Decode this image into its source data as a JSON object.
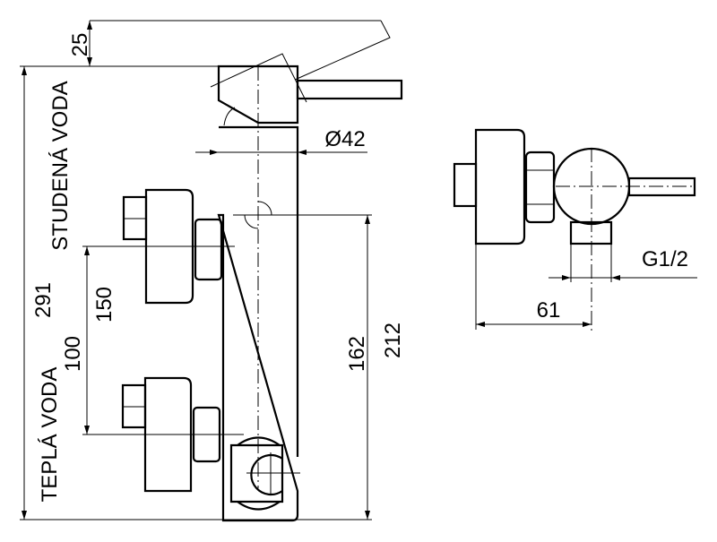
{
  "dimensions": {
    "lever_angle_height": "25",
    "total_height": "291",
    "inlet_spacing_max": "150",
    "inlet_spacing_min": "100",
    "outlet_height_min": "162",
    "outlet_height_max": "212",
    "body_diameter": "Ø42",
    "thread": "G1/2",
    "depth": "61"
  },
  "labels": {
    "cold_water": "STUDENÁ VODA",
    "hot_water": "TEPLÁ VODA"
  }
}
